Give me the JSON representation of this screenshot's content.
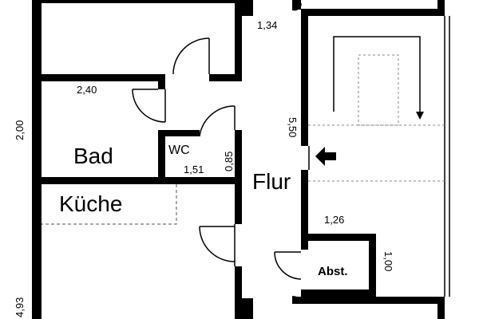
{
  "rooms": {
    "bad": "Bad",
    "wc": "WC",
    "kueche": "Küche",
    "flur": "Flur",
    "abst": "Abst."
  },
  "dimensions": {
    "d_1_34": "1,34",
    "d_2_40": "2,40",
    "d_2_00": "2,00",
    "d_5_50": "5,50",
    "d_0_85": "0,85",
    "d_1_51": "1,51",
    "d_1_26": "1,26",
    "d_1_00": "1,00",
    "d_4_93": "4,93"
  },
  "icons": {
    "stair_arrow": "stair-direction-arrow",
    "entrance_arrow": "entrance-arrow"
  }
}
